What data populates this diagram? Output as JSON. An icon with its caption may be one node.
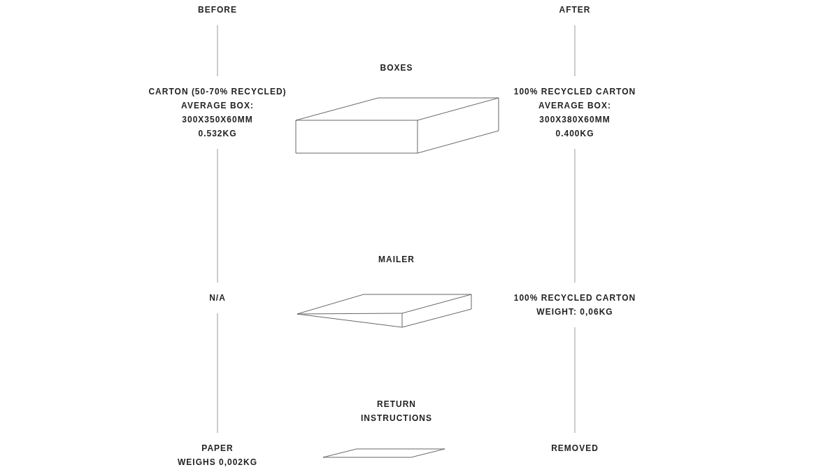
{
  "diagram": {
    "nodes": [
      {
        "text": [
          "BEFORE"
        ]
      },
      {
        "text": [
          "CARTON (50-70% RECYCLED)",
          "AVERAGE BOX:",
          "300X350X60MM",
          "0.532KG"
        ]
      },
      {
        "text": [
          "N/A"
        ]
      },
      {
        "text": [
          "PAPER",
          "WEIGHS 0,002KG"
        ]
      },
      {
        "text": [
          "AFTER"
        ]
      },
      {
        "text": [
          "100% RECYCLED CARTON",
          "AVERAGE BOX:",
          "300X380X60MM",
          "0.400KG"
        ]
      },
      {
        "text": [
          "100% RECYCLED CARTON",
          "WEIGHT: 0,06KG"
        ]
      },
      {
        "text": [
          "REMOVED"
        ]
      }
    ],
    "edges": [
      {
        "from": 0,
        "to": 1,
        "arrow": "none"
      },
      {
        "from": 1,
        "to": 2,
        "arrow": "none"
      },
      {
        "from": 2,
        "to": 3,
        "arrow": "none"
      },
      {
        "from": 4,
        "to": 5,
        "arrow": "none"
      },
      {
        "from": 5,
        "to": 6,
        "arrow": "none"
      },
      {
        "from": 6,
        "to": 7,
        "arrow": "none"
      }
    ],
    "labels": [
      "BOXES",
      "MAILER",
      "RETURN INSTRUCTIONS"
    ]
  }
}
